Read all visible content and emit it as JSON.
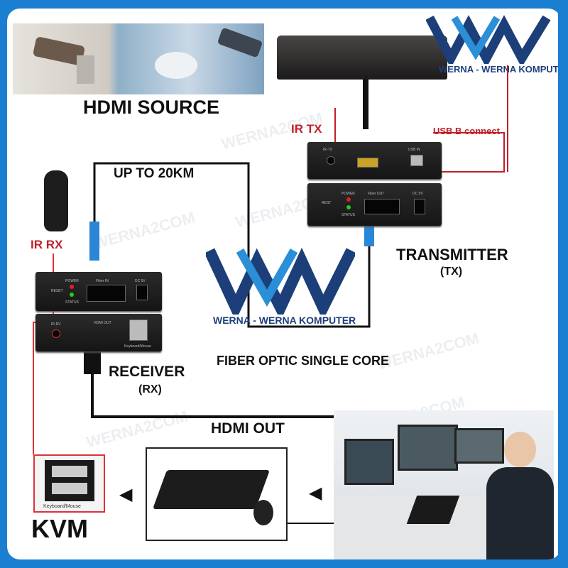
{
  "labels": {
    "hdmi_source": "HDMI SOURCE",
    "ir_tx": "IR TX",
    "usb_b_connect": "USB B connect",
    "up_to_20km": "UP TO 20KM",
    "ir_rx": "IR RX",
    "transmitter": "TRANSMITTER",
    "transmitter_abbr": "(TX)",
    "fiber_optic": "FIBER OPTIC SINGLE CORE",
    "receiver": "RECEIVER",
    "receiver_abbr": "(RX)",
    "hdmi_out": "HDMI OUT",
    "kvm": "KVM"
  },
  "logo": {
    "text": "WERNA - WERNA KOMPUTER",
    "mark": "WW"
  },
  "watermark": "WERNA2COM",
  "device_ports": {
    "tx_top": [
      "IR-TX",
      "USB IN"
    ],
    "tx_bottom": [
      "REST",
      "POWER",
      "STATUS",
      "Fiber OUT",
      "DC 5V"
    ],
    "rx_top": [
      "RESET",
      "POWER",
      "STATUS",
      "Fiber IN",
      "DC 5V"
    ],
    "rx_bottom": [
      "IR-RV",
      "HDMI OUT",
      "Keyboard/Mouse"
    ],
    "kvm_port": "Keyboard/Mouse"
  },
  "colors": {
    "frame": "#1b7fd1",
    "accent_red": "#c0202a",
    "logo_dark": "#1c3f7a",
    "logo_light": "#2b8fd8",
    "fiber_connector": "#2a86d6"
  }
}
